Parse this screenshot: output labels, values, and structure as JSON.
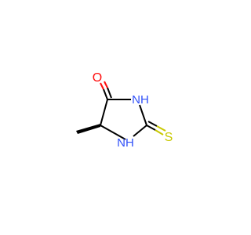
{
  "molecule": {
    "atoms": {
      "oxygen": "O",
      "nitrogen_top": "NH",
      "nitrogen_bottom": "NH",
      "sulfur": "S"
    },
    "colors": {
      "bond": "#000000",
      "oxygen": "#ff0d0d",
      "nitrogen": "#3050f8",
      "sulfur": "#c8c800"
    }
  }
}
